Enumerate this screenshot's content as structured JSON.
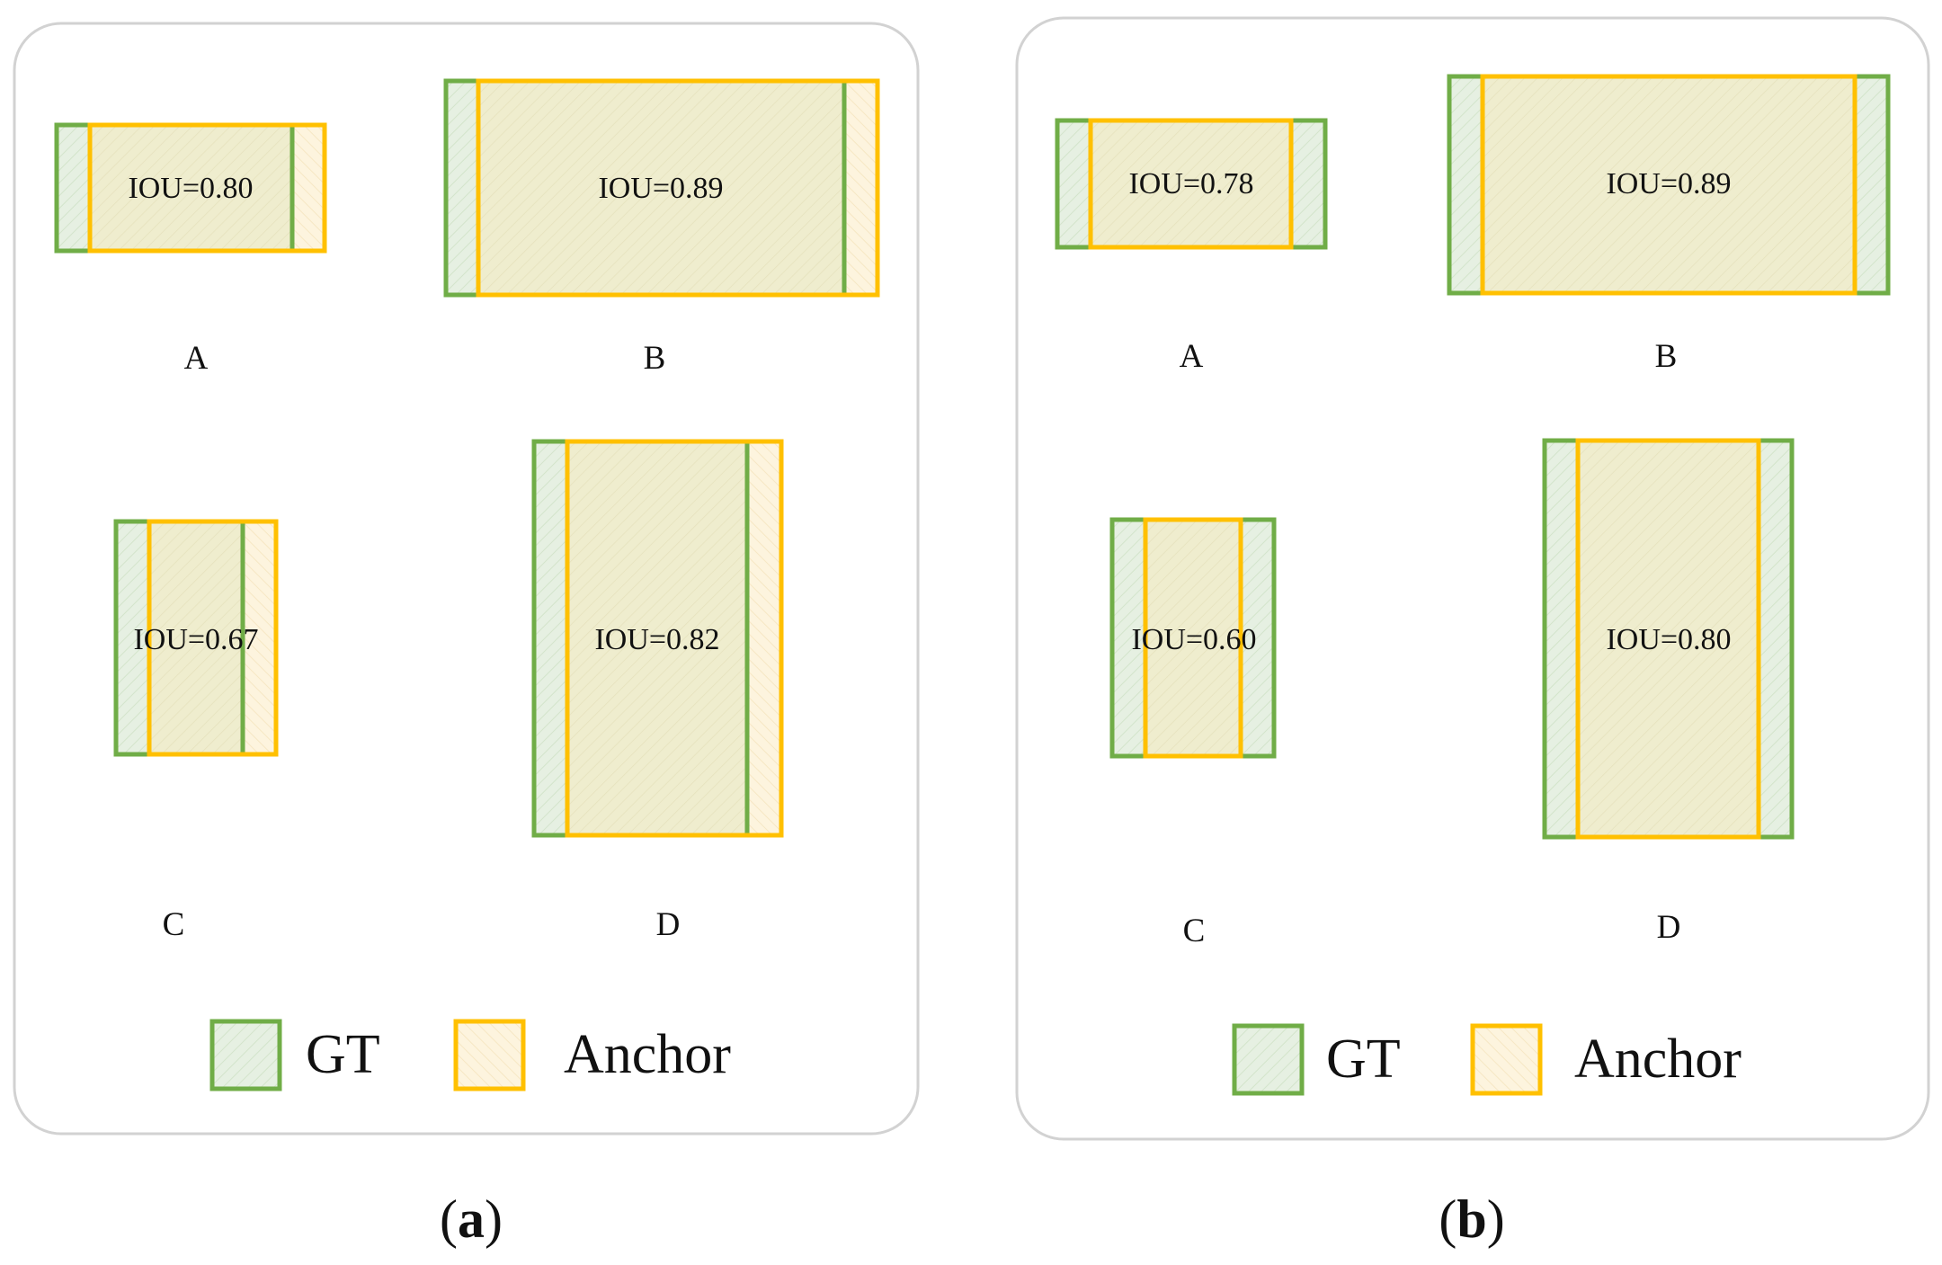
{
  "colors": {
    "gt_stroke": "#70AD47",
    "gt_fill": "#E6F0E2",
    "anchor_stroke": "#FFC000",
    "anchor_fill": "#FDF4DE",
    "overlap_fill": "#EFEDCE"
  },
  "legend": {
    "gt": "GT",
    "anchor": "Anchor"
  },
  "panels": [
    {
      "caption_open": "(",
      "caption_letter": "a",
      "caption_close": ")",
      "boxes": [
        {
          "name": "A",
          "iou": "IOU=0.80",
          "iou_value": 0.8
        },
        {
          "name": "B",
          "iou": "IOU=0.89",
          "iou_value": 0.89
        },
        {
          "name": "C",
          "iou": "IOU=0.67",
          "iou_value": 0.67
        },
        {
          "name": "D",
          "iou": "IOU=0.82",
          "iou_value": 0.82
        }
      ]
    },
    {
      "caption_open": "(",
      "caption_letter": "b",
      "caption_close": ")",
      "boxes": [
        {
          "name": "A",
          "iou": "IOU=0.78",
          "iou_value": 0.78
        },
        {
          "name": "B",
          "iou": "IOU=0.89",
          "iou_value": 0.89
        },
        {
          "name": "C",
          "iou": "IOU=0.60",
          "iou_value": 0.6
        },
        {
          "name": "D",
          "iou": "IOU=0.80",
          "iou_value": 0.8
        }
      ]
    }
  ]
}
